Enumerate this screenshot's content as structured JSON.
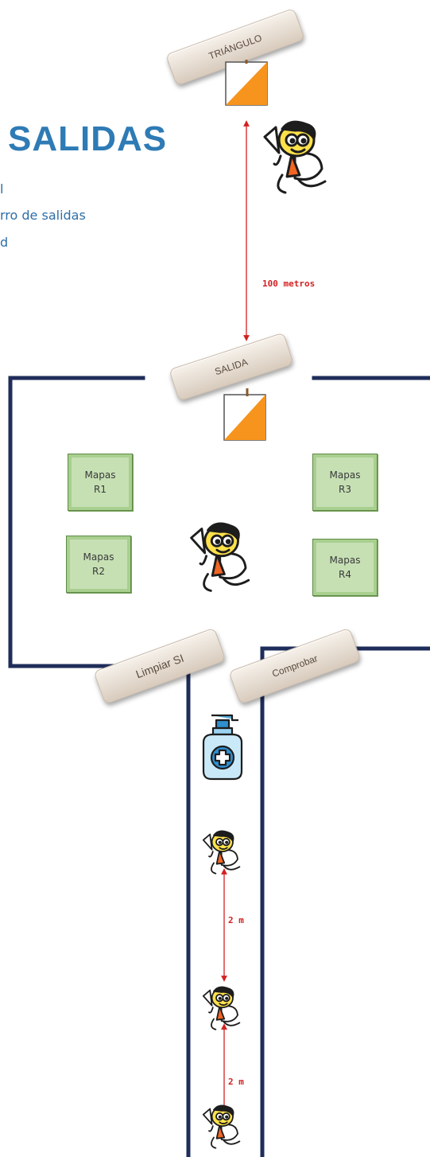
{
  "title": "SALIDAS",
  "subtitle_lines": [
    "l",
    "rro de salidas",
    "d"
  ],
  "signs": {
    "triangle": "TRIÁNGULO",
    "start": "SALIDA",
    "clean": "Limpiar SI",
    "check": "Comprobar"
  },
  "map_boxes": [
    {
      "label": "Mapas",
      "route": "R1"
    },
    {
      "label": "Mapas",
      "route": "R3"
    },
    {
      "label": "Mapas",
      "route": "R2"
    },
    {
      "label": "Mapas",
      "route": "R4"
    }
  ],
  "distances": {
    "main": "100 metros",
    "queue_1": "2 m",
    "queue_2": "2 m"
  },
  "colors": {
    "title": "#2e7bb5",
    "wall": "#1f2d5a",
    "arrow": "#d42020",
    "flag_orange": "#f7941d",
    "map_box": "#c6e0b4"
  },
  "icons": [
    "runner-icon",
    "control-flag-icon",
    "hand-sanitizer-icon"
  ]
}
